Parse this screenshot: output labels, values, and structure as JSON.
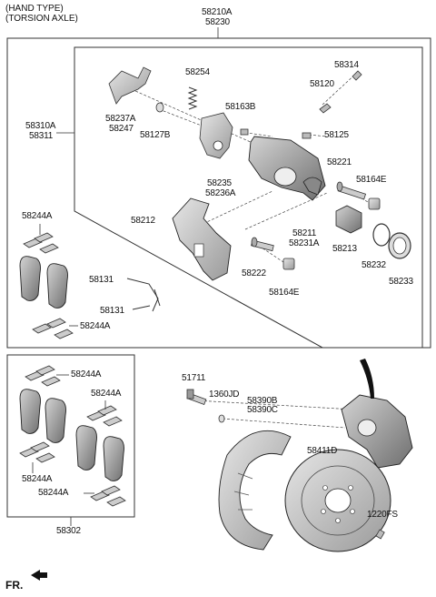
{
  "header": {
    "line1": "(HAND TYPE)",
    "line2": "(TORSION AXLE)"
  },
  "labels": {
    "assy_a": "58210A",
    "assy_b": "58230",
    "carrier_group_a": "58310A",
    "carrier_group_b": "58311",
    "p58254": "58254",
    "p58314": "58314",
    "p58120": "58120",
    "p58237a": "58237A",
    "p58247": "58247",
    "p58127b": "58127B",
    "p58163b": "58163B",
    "p58125": "58125",
    "p58221": "58221",
    "p58164e_top": "58164E",
    "p58235": "58235",
    "p58236a": "58236A",
    "p58212": "58212",
    "p58211": "58211",
    "p58231a": "58231A",
    "p58213": "58213",
    "p58232": "58232",
    "p58233": "58233",
    "p58222": "58222",
    "p58164e_bot": "58164E",
    "p58244a_1": "58244A",
    "p58131_a": "58131",
    "p58131_b": "58131",
    "p58244a_2": "58244A",
    "p58244a_3": "58244A",
    "p58244a_4": "58244A",
    "p58244a_5": "58244A",
    "p58244a_6": "58244A",
    "p58302": "58302",
    "p51711": "51711",
    "p1360jd": "1360JD",
    "p58390b": "58390B",
    "p58390c": "58390C",
    "p58411d": "58411D",
    "p1220fs": "1220FS"
  },
  "footer": {
    "direction": "FR."
  }
}
